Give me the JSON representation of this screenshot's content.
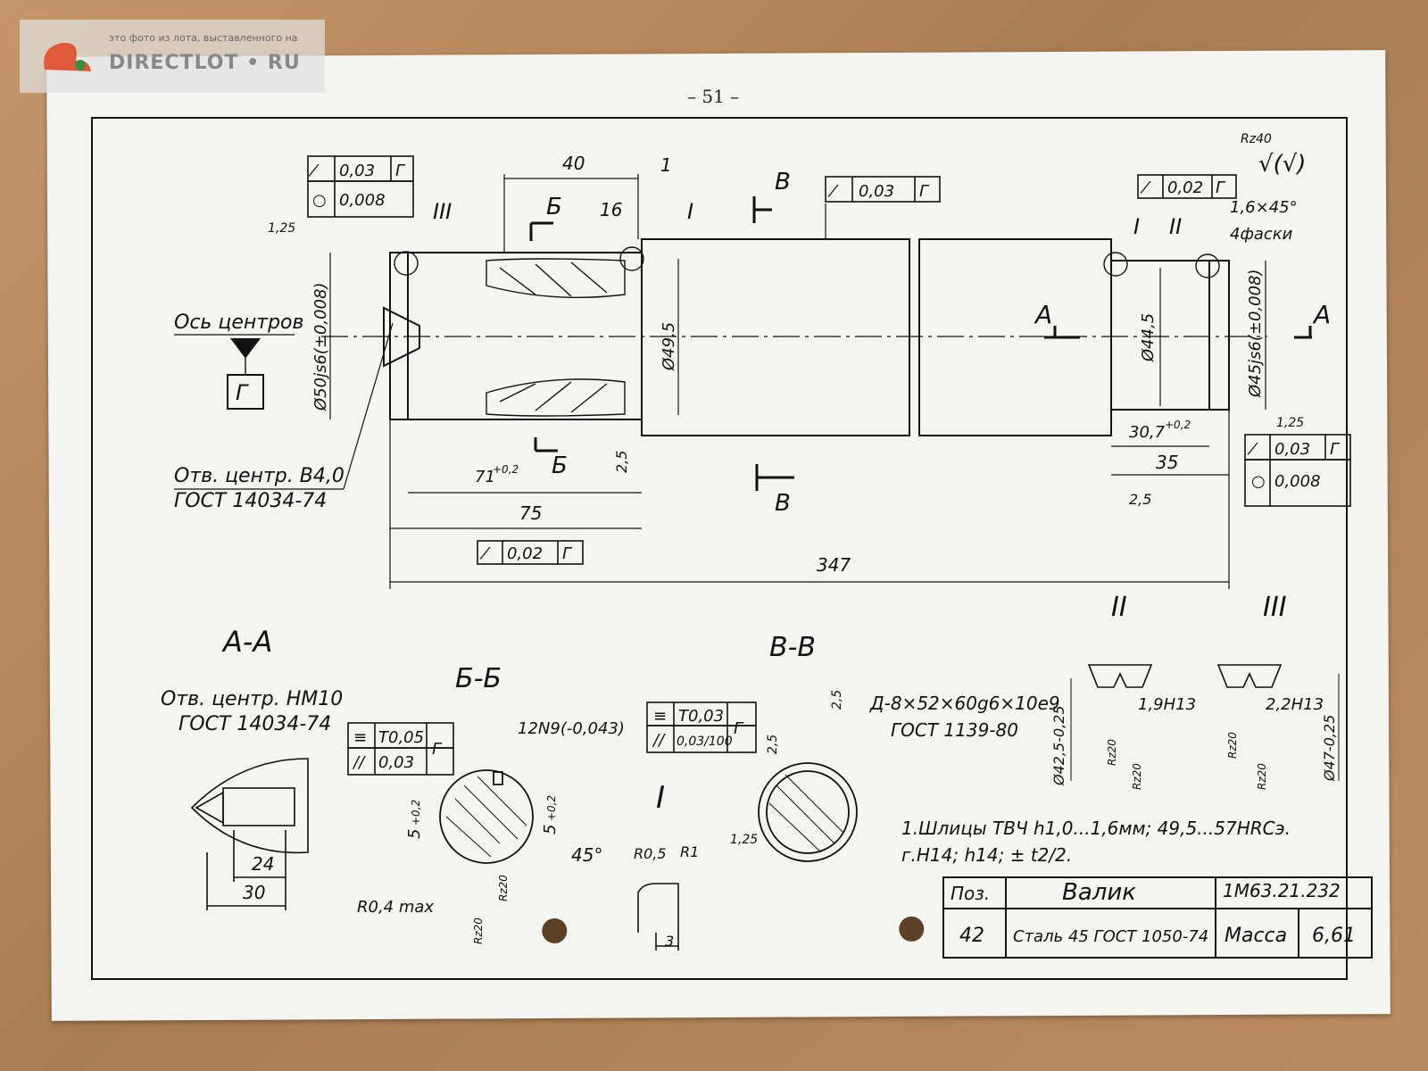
{
  "watermark": {
    "note": "это фото из лота, выставленного на",
    "brand": "DIRECTLOT • RU"
  },
  "page_number": "– 51 –",
  "frames": {
    "top_left": [
      [
        "⁄",
        "0,03",
        "Г"
      ],
      [
        "○",
        "0,008",
        ""
      ]
    ],
    "top_mid": [
      "⁄",
      "0,03",
      "Г"
    ],
    "top_right": [
      "⁄",
      "0,02",
      "Г"
    ],
    "bottom_mid": [
      "⁄",
      "0,02",
      "Г"
    ],
    "right": [
      [
        "⁄",
        "0,03",
        "Г"
      ],
      [
        "○",
        "0,008",
        ""
      ]
    ],
    "bb": [
      [
        "≡",
        "T0,05",
        "Г"
      ],
      [
        "//",
        "0,03",
        ""
      ]
    ],
    "vv": [
      [
        "≡",
        "T0,03",
        "Г"
      ],
      [
        "//",
        "0,03/100",
        ""
      ]
    ]
  },
  "labels": {
    "roughness_top": "Rz40",
    "roughness_sym": "√(√)",
    "dim_40": "40",
    "dim_1": "1",
    "dim_16": "16",
    "dim_125": "1,25",
    "dim_125b": "1,25",
    "dim_125c": "1,25",
    "cut_b": "Б",
    "cut_v": "В",
    "cut_a": "А",
    "mark_I": "I",
    "mark_II": "II",
    "mark_III": "III",
    "chamfer": "1,6×45°",
    "chamfer_count": "4фаски",
    "axis": "Ось центров",
    "datum": "Г",
    "d50": "Ø50js6(±0,008)",
    "d495": "Ø49,5",
    "d445": "Ø44,5",
    "d45": "Ø45js6(±0,008)",
    "hole1_a": "Отв. центр. В4,0",
    "hole1_b": "ГОСТ 14034-74",
    "dim_71": "71",
    "dim_71tol": "+0,2",
    "dim_75": "75",
    "dim_347": "347",
    "dim_307": "30,7",
    "dim_307tol": "+0,2",
    "dim_35": "35",
    "dim_25": "2,5",
    "dim_25b": "2,5",
    "sec_aa": "А-А",
    "sec_bb": "Б-Б",
    "sec_vv": "В-В",
    "sec_II": "II",
    "sec_III": "III",
    "sec_I": "I",
    "hole2_a": "Отв. центр. НМ10",
    "hole2_b": "ГОСТ 14034-74",
    "dim_24": "24",
    "dim_30": "30",
    "key": "12N9(-0,043)",
    "dim_5a": "5",
    "dim_5tol": "+0,2",
    "dim_5b": "5",
    "dim_5tolb": "+0,2",
    "r04": "R0,4 max",
    "rz20a": "Rz20",
    "rz20b": "Rz20",
    "angle45": "45°",
    "r05": "R0,5",
    "r1": "R1",
    "dim_3": "3",
    "spline_a": "Д-8×52×60g6×10e9",
    "spline_b": "ГОСТ 1139-80",
    "dim_25c": "2,5",
    "dim_25d": "2,5",
    "d425": "Ø42,5-0,25",
    "g19": "1,9H13",
    "rz20c": "Rz20",
    "rz20d": "Rz20",
    "g22": "2,2H13",
    "rz20e": "Rz20",
    "rz20f": "Rz20",
    "d47": "Ø47-0,25",
    "note1": "1.Шлицы ТВЧ h1,0...1,6мм; 49,5...57HRCэ.",
    "note2": "г.Н14; h14; ± t2/2."
  },
  "title_block": {
    "pos_label": "Поз.",
    "pos": "42",
    "name": "Валик",
    "code": "1М63.21.232",
    "material": "Сталь 45 ГОСТ 1050-74",
    "mass_label": "Масса",
    "mass": "6,61"
  }
}
